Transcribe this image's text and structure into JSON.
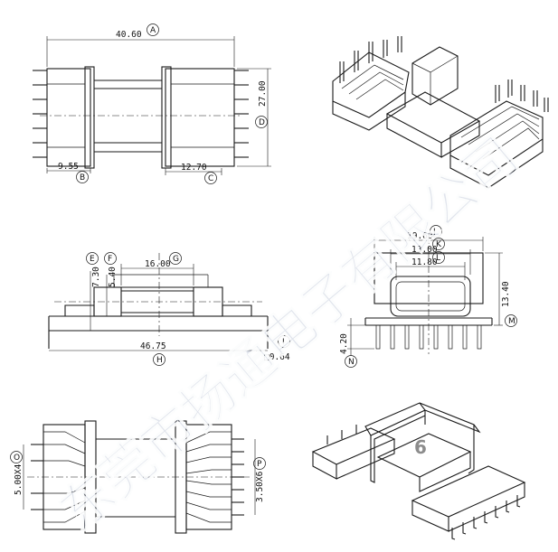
{
  "dims": {
    "A": "40.60",
    "B": "9.55",
    "C": "12.70",
    "D": "27.00",
    "E": "7.30",
    "F": "5.40",
    "G": "16.00",
    "H": "46.75",
    "I": "□0.64",
    "J": "19.60",
    "K": "13.00",
    "L": "11.80",
    "M": "13.40",
    "N": "4.20",
    "O": "5.00X4",
    "P": "3.50X6"
  },
  "labels": [
    "A",
    "B",
    "C",
    "D",
    "E",
    "F",
    "G",
    "H",
    "I",
    "J",
    "K",
    "L",
    "M",
    "N",
    "O",
    "P"
  ],
  "watermark": "东莞市扬通电子有限公司",
  "badge": "6"
}
